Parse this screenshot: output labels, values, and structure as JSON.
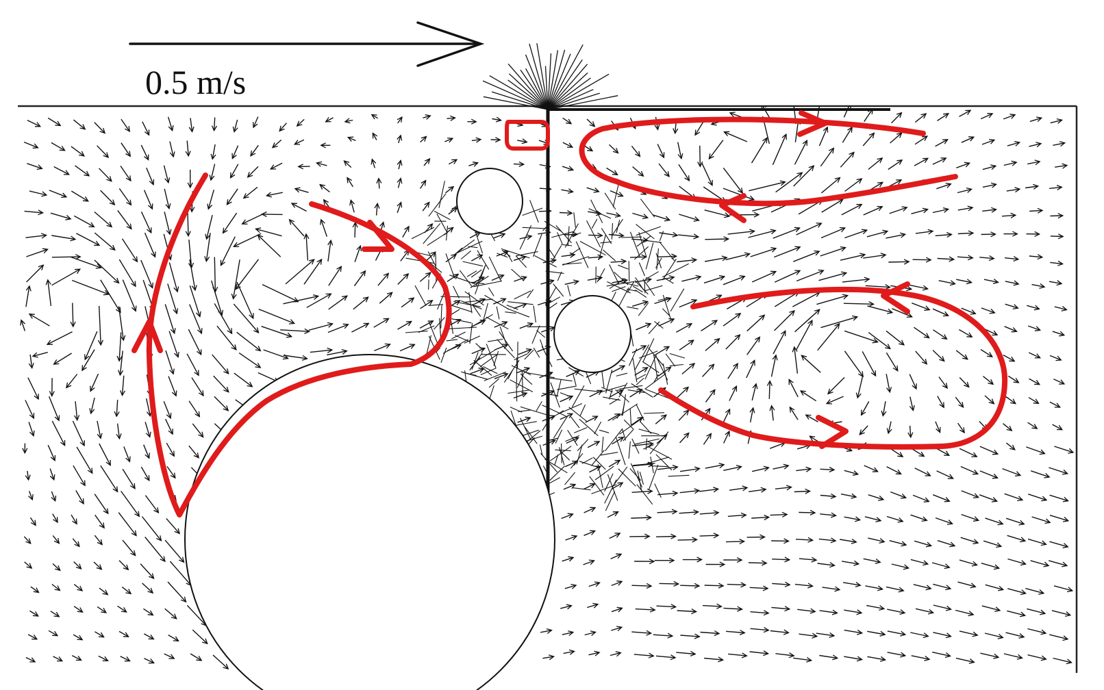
{
  "figure": {
    "scale_label": "0.5 m/s",
    "colors": {
      "background": "#ffffff",
      "vector": "#111111",
      "flow_path": "#e01b1b"
    },
    "description_items": {
      "vector_field": "velocity-vectors",
      "obstacles": [
        "large-cylinder",
        "small-cylinder-upper",
        "small-cylinder-lower"
      ],
      "flow_annotations": [
        "left-upflow",
        "curved-inflow",
        "upper-recirculation",
        "lower-recirculation",
        "tiny-eddy"
      ]
    }
  }
}
